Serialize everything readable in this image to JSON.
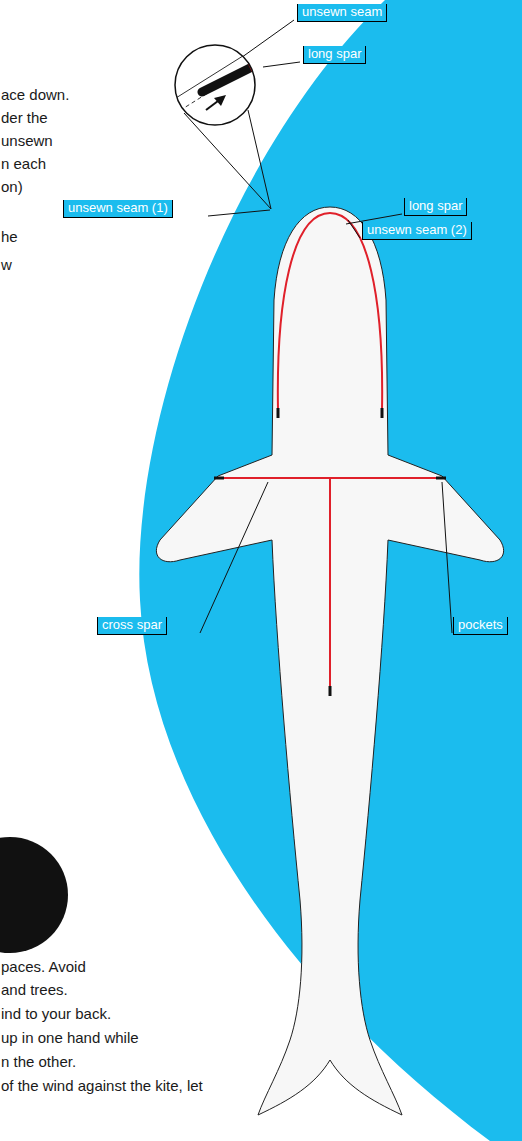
{
  "diagram": {
    "labels": [
      "unsewn seam",
      "long spar",
      "long spar",
      "unsewn seam (1)",
      "unsewn seam (2)",
      "cross spar",
      "pockets",
      "ace down.",
      "der the",
      "unsewn",
      "n each",
      "on)",
      "he",
      "w",
      "paces. Avoid",
      "and trees.",
      "ind to your back.",
      "up in one hand while",
      "n the other.",
      "of the wind against the kite, let"
    ]
  }
}
